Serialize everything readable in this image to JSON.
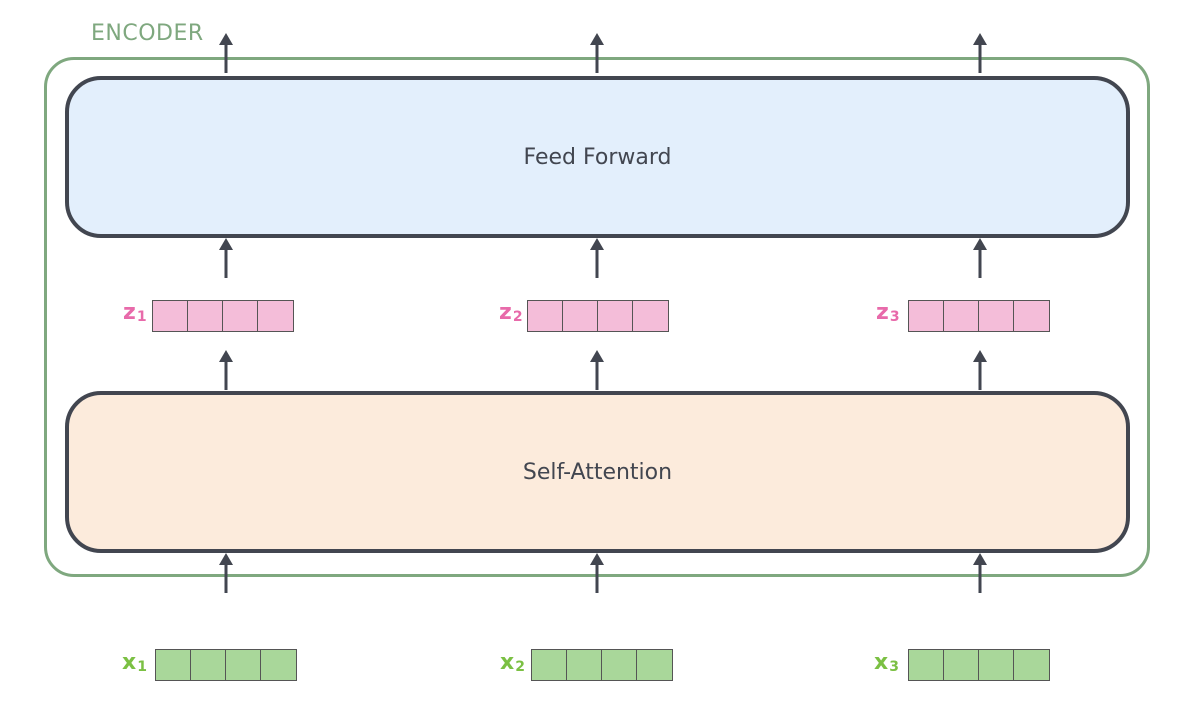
{
  "encoder": {
    "title": "ENCODER"
  },
  "layers": {
    "feed_forward": "Feed Forward",
    "self_attention": "Self-Attention"
  },
  "z_vectors": [
    {
      "symbol": "z",
      "index": "1"
    },
    {
      "symbol": "z",
      "index": "2"
    },
    {
      "symbol": "z",
      "index": "3"
    }
  ],
  "x_vectors": [
    {
      "symbol": "x",
      "index": "1"
    },
    {
      "symbol": "x",
      "index": "2"
    },
    {
      "symbol": "x",
      "index": "3"
    }
  ],
  "colors": {
    "encoder_border": "#7fa87f",
    "feed_forward_fill": "#e3effc",
    "self_attention_fill": "#fcebdc",
    "z_vector_fill": "#f4bdd9",
    "x_vector_fill": "#a9d79a",
    "z_label": "#e86aaa",
    "x_label": "#7bc043",
    "arrow": "#424650"
  }
}
